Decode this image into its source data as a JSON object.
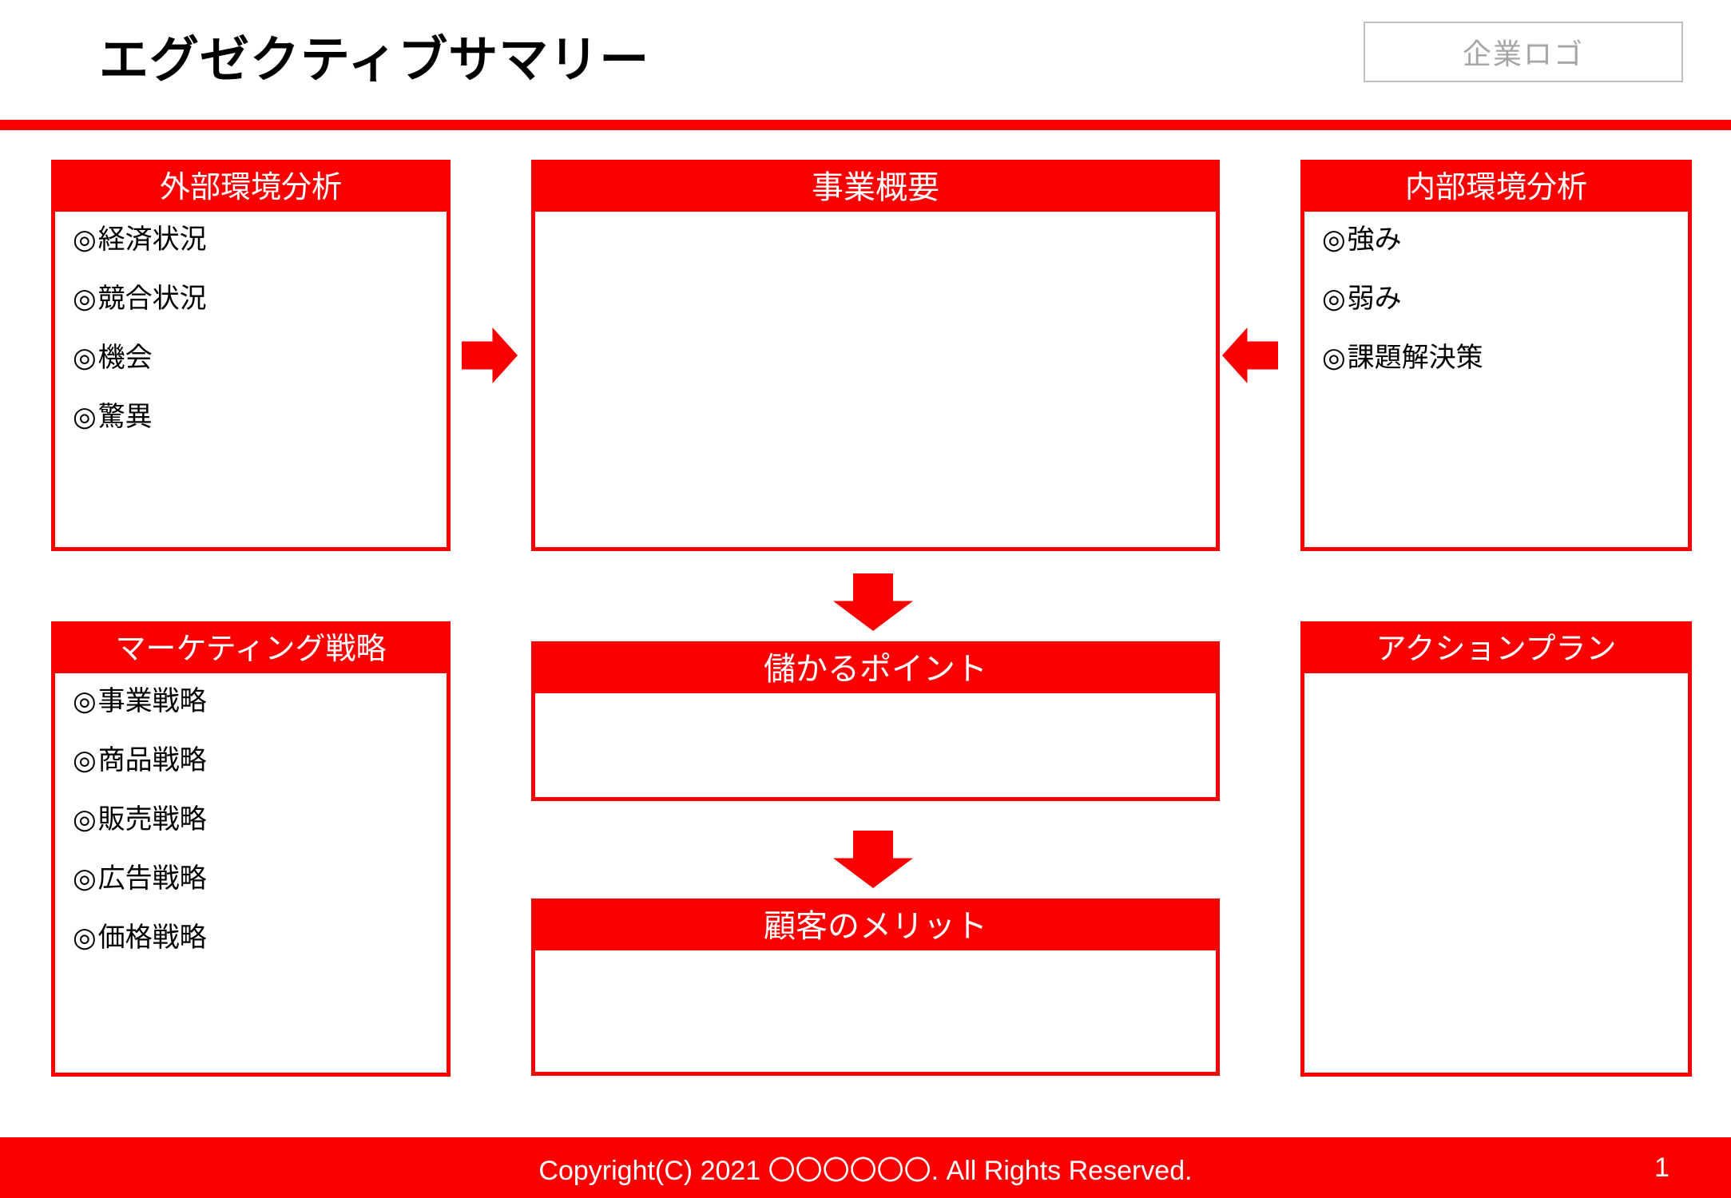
{
  "header": {
    "title": "エグゼクティブサマリー",
    "logo_placeholder": "企業ロゴ"
  },
  "theme": {
    "accent": "#fa0000",
    "header_text": "#ffffff",
    "body_text": "#000000",
    "logo_border": "#bfbfbf",
    "logo_text": "#a6a6a6",
    "background": "#ffffff"
  },
  "panels": {
    "external": {
      "title": "外部環境分析",
      "items": [
        {
          "mark": "◎",
          "label": "経済状況"
        },
        {
          "mark": "◎",
          "label": "競合状況"
        },
        {
          "mark": "◎",
          "label": "機会"
        },
        {
          "mark": "◎",
          "label": "驚異"
        }
      ]
    },
    "overview": {
      "title": "事業概要",
      "items": []
    },
    "internal": {
      "title": "内部環境分析",
      "items": [
        {
          "mark": "◎",
          "label": "強み"
        },
        {
          "mark": "◎",
          "label": "弱み"
        },
        {
          "mark": "◎",
          "label": "課題解決策"
        }
      ]
    },
    "marketing": {
      "title": "マーケティング戦略",
      "items": [
        {
          "mark": "◎",
          "label": "事業戦略"
        },
        {
          "mark": "◎",
          "label": "商品戦略"
        },
        {
          "mark": "◎",
          "label": "販売戦略"
        },
        {
          "mark": "◎",
          "label": "広告戦略"
        },
        {
          "mark": "◎",
          "label": "価格戦略"
        }
      ]
    },
    "profit": {
      "title": "儲かるポイント",
      "items": []
    },
    "benefit": {
      "title": "顧客のメリット",
      "items": []
    },
    "actionplan": {
      "title": "アクションプラン",
      "items": []
    }
  },
  "arrows": [
    {
      "name": "arrow-external-to-overview",
      "direction": "right"
    },
    {
      "name": "arrow-internal-to-overview",
      "direction": "left"
    },
    {
      "name": "arrow-overview-to-profit",
      "direction": "down"
    },
    {
      "name": "arrow-profit-to-benefit",
      "direction": "down"
    }
  ],
  "footer": {
    "copyright": "Copyright(C) 2021 〇〇〇〇〇〇. All Rights Reserved.",
    "page_number": "1"
  }
}
